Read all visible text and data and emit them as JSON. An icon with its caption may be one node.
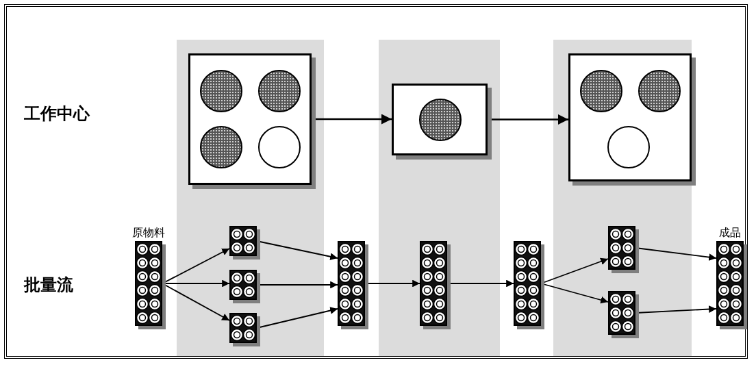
{
  "diagram": {
    "nodes": [
      {
        "text": [],
        "shape": "box"
      },
      {
        "text": [],
        "shape": "box"
      },
      {
        "text": [],
        "shape": "box"
      },
      {
        "text": [],
        "shape": "bar",
        "beside": [
          "原物料"
        ]
      },
      {
        "text": [],
        "shape": "box"
      },
      {
        "text": [],
        "shape": "box"
      },
      {
        "text": [],
        "shape": "box"
      },
      {
        "text": [],
        "shape": "bar"
      },
      {
        "text": [],
        "shape": "bar"
      },
      {
        "text": [],
        "shape": "bar"
      },
      {
        "text": [],
        "shape": "box"
      },
      {
        "text": [],
        "shape": "box"
      },
      {
        "text": [],
        "shape": "bar",
        "beside": [
          "成品"
        ]
      }
    ],
    "edges": [
      {
        "from": 0,
        "to": 1,
        "arrow": "to"
      },
      {
        "from": 1,
        "to": 2,
        "arrow": "to"
      },
      {
        "from": 3,
        "to": 4,
        "arrow": "to"
      },
      {
        "from": 3,
        "to": 5,
        "arrow": "to"
      },
      {
        "from": 3,
        "to": 6,
        "arrow": "to"
      },
      {
        "from": 4,
        "to": 7,
        "arrow": "to"
      },
      {
        "from": 5,
        "to": 7,
        "arrow": "to"
      },
      {
        "from": 6,
        "to": 7,
        "arrow": "to"
      },
      {
        "from": 7,
        "to": 8,
        "arrow": "to"
      },
      {
        "from": 8,
        "to": 9,
        "arrow": "to"
      },
      {
        "from": 9,
        "to": 10,
        "arrow": "to"
      },
      {
        "from": 9,
        "to": 11,
        "arrow": "to"
      },
      {
        "from": 10,
        "to": 12,
        "arrow": "to"
      },
      {
        "from": 11,
        "to": 12,
        "arrow": "to"
      }
    ],
    "labels": [
      "工作中心",
      "批量流"
    ]
  }
}
